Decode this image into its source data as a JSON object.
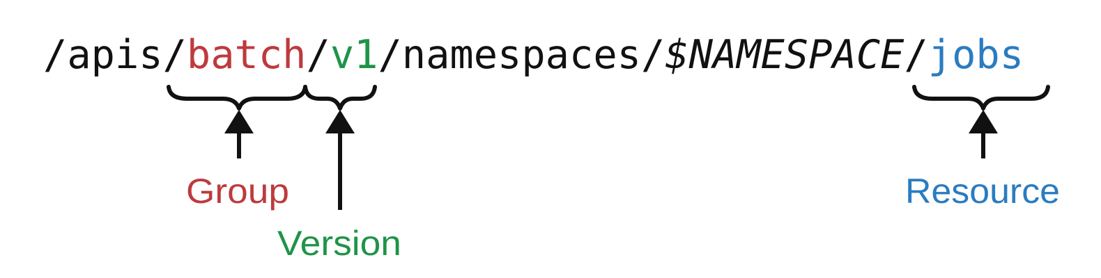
{
  "path": {
    "seg1": "/apis/",
    "group": "batch",
    "sep1": "/",
    "version": "v1",
    "seg2": "/namespaces/",
    "namespace": "$NAMESPACE",
    "sep2": "/",
    "resource": "jobs"
  },
  "labels": {
    "group": "Group",
    "version": "Version",
    "resource": "Resource"
  },
  "colors": {
    "group": "#be3a3d",
    "version": "#1f9448",
    "resource": "#2a7cc0",
    "text": "#111111"
  }
}
